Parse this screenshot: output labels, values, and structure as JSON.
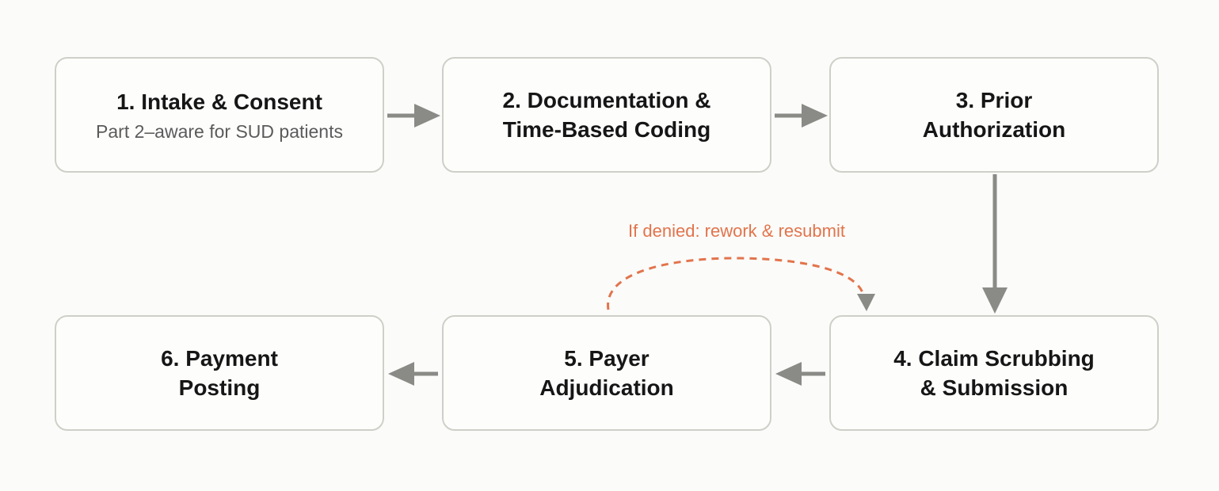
{
  "steps": [
    {
      "title": "1. Intake & Consent",
      "subtitle": "Part 2–aware for SUD patients"
    },
    {
      "title": "2. Documentation &\nTime-Based Coding"
    },
    {
      "title": "3. Prior\nAuthorization"
    },
    {
      "title": "4. Claim Scrubbing\n& Submission"
    },
    {
      "title": "5. Payer\nAdjudication"
    },
    {
      "title": "6. Payment\nPosting"
    }
  ],
  "loop": {
    "label": "If denied: rework & resubmit"
  },
  "colors": {
    "box_border": "#cfcfc9",
    "arrow": "#8a8a87",
    "loop": "#e2744c",
    "background": "#fbfbf9"
  }
}
